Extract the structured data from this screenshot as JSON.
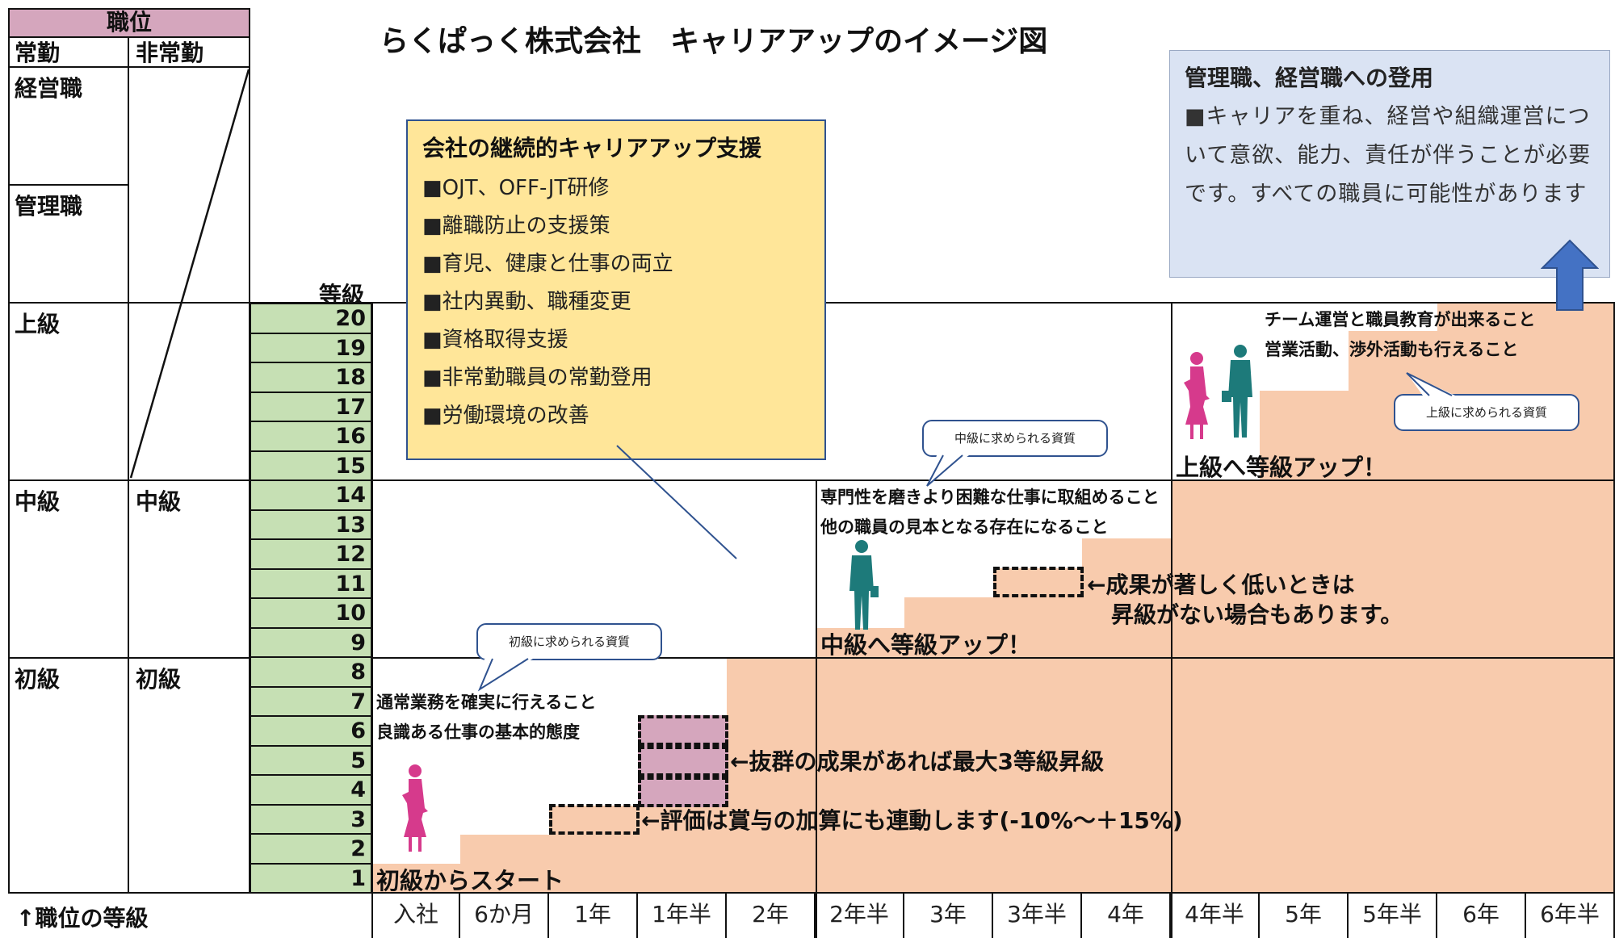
{
  "title": "らくぱっく株式会社　キャリアアップのイメージ図",
  "header": {
    "position": "職位",
    "fulltime": "常勤",
    "parttime": "非常勤",
    "grade": "等級"
  },
  "roles": {
    "executive": "経営職",
    "manager": "管理職",
    "senior": "上級",
    "mid_fulltime": "中級",
    "mid_parttime": "中級",
    "junior_fulltime": "初級",
    "junior_parttime": "初級"
  },
  "grades": [
    "20",
    "19",
    "18",
    "17",
    "16",
    "15",
    "14",
    "13",
    "12",
    "11",
    "10",
    "9",
    "8",
    "7",
    "6",
    "5",
    "4",
    "3",
    "2",
    "1"
  ],
  "timeline": {
    "label": "↑職位の等級",
    "items": [
      "入社",
      "6か月",
      "1年",
      "1年半",
      "2年",
      "2年半",
      "3年",
      "3年半",
      "4年",
      "4年半",
      "5年",
      "5年半",
      "6年",
      "6年半"
    ]
  },
  "support_box": {
    "title": "会社の継続的キャリアアップ支援",
    "items": [
      "■OJT、OFF-JT研修",
      "■離職防止の支援策",
      "■育児、健康と仕事の両立",
      "■社内異動、職種変更",
      "■資格取得支援",
      "■非常勤職員の常勤登用",
      "■労働環境の改善"
    ]
  },
  "promotion_box": {
    "title": "管理職、経営職への登用",
    "body": "■キャリアを重ね、経営や組織運営について意欲、能力、責任が伴うことが必要です。すべての職員に可能性があります"
  },
  "junior": {
    "bubble": "初級に求められる資質",
    "line1": "通常業務を確実に行えること",
    "line2": "良識ある仕事の基本的態度",
    "start": "初級からスタート"
  },
  "mid": {
    "bubble": "中級に求められる資質",
    "line1": "専門性を磨きより困難な仕事に取組めること",
    "line2": "他の職員の見本となる存在になること",
    "up": "中級へ等級アップ！"
  },
  "senior": {
    "bubble": "上級に求められる資質",
    "line1": "チーム運営と職員教育が出来ること",
    "line2": "営業活動、渉外活動も行えること",
    "up": "上級へ等級アップ！"
  },
  "notes": {
    "low_1": "←成果が著しく低いときは",
    "low_2": "昇級がない場合もあります。",
    "excellent": "←抜群の成果があれば最大3等級昇級",
    "bonus": "←評価は賞与の加算にも連動します(-10%～＋15%)"
  },
  "colors": {
    "header_pink": "#d5a6bd",
    "grade_green": "#c6e0b4",
    "stair_peach": "#f8cbad",
    "support_yellow": "#ffe699",
    "promotion_blue": "#dae3f3",
    "arrow_blue": "#4472c4",
    "figure_pink": "#d63a8c",
    "figure_teal": "#1d7a7a"
  }
}
